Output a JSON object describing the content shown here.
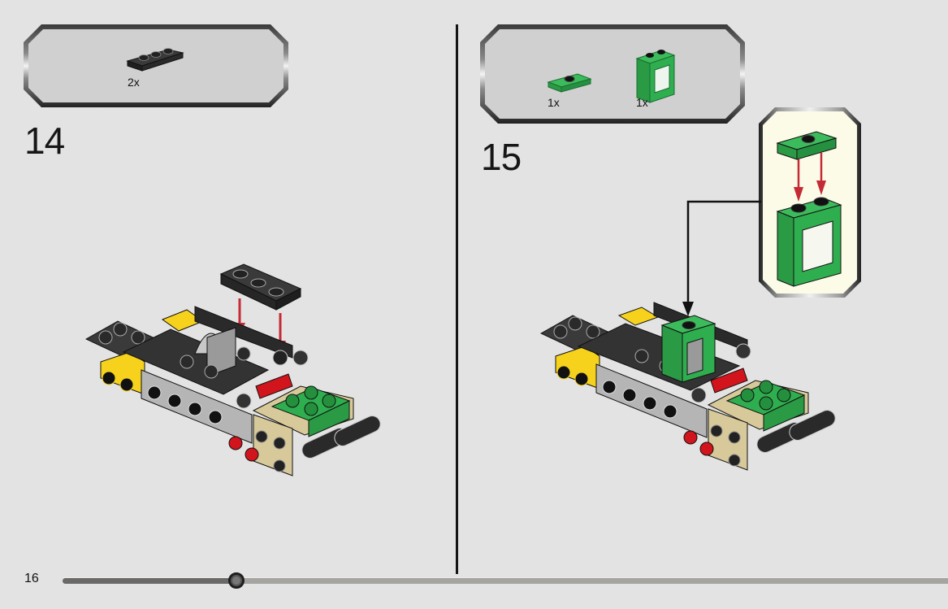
{
  "page": {
    "number": "16",
    "progress_percent": 19
  },
  "steps": [
    {
      "number": "14",
      "parts": [
        {
          "name": "black-plate-1x3",
          "color": "#2b2b2b",
          "quantity": "2x"
        }
      ]
    },
    {
      "number": "15",
      "parts": [
        {
          "name": "green-jumper-plate-1x2",
          "color": "#2fae4f",
          "quantity": "1x"
        },
        {
          "name": "green-window-frame-1x2x2",
          "color": "#2fae4f",
          "quantity": "1x"
        }
      ],
      "callout": {
        "description": "sub-assembly: jumper plate onto window frame"
      }
    }
  ],
  "colors": {
    "background": "#e4e3e3",
    "parts_box": "#d0d0d0",
    "callout_bg": "#fbfbe8",
    "arrow_red": "#c42b35",
    "lego_black": "#2e2e2e",
    "lego_yellow": "#f6d21d",
    "lego_green": "#2fae4f",
    "lego_tan": "#d8c99a",
    "lego_red": "#d2141c",
    "lego_grey": "#a8a8a8"
  }
}
